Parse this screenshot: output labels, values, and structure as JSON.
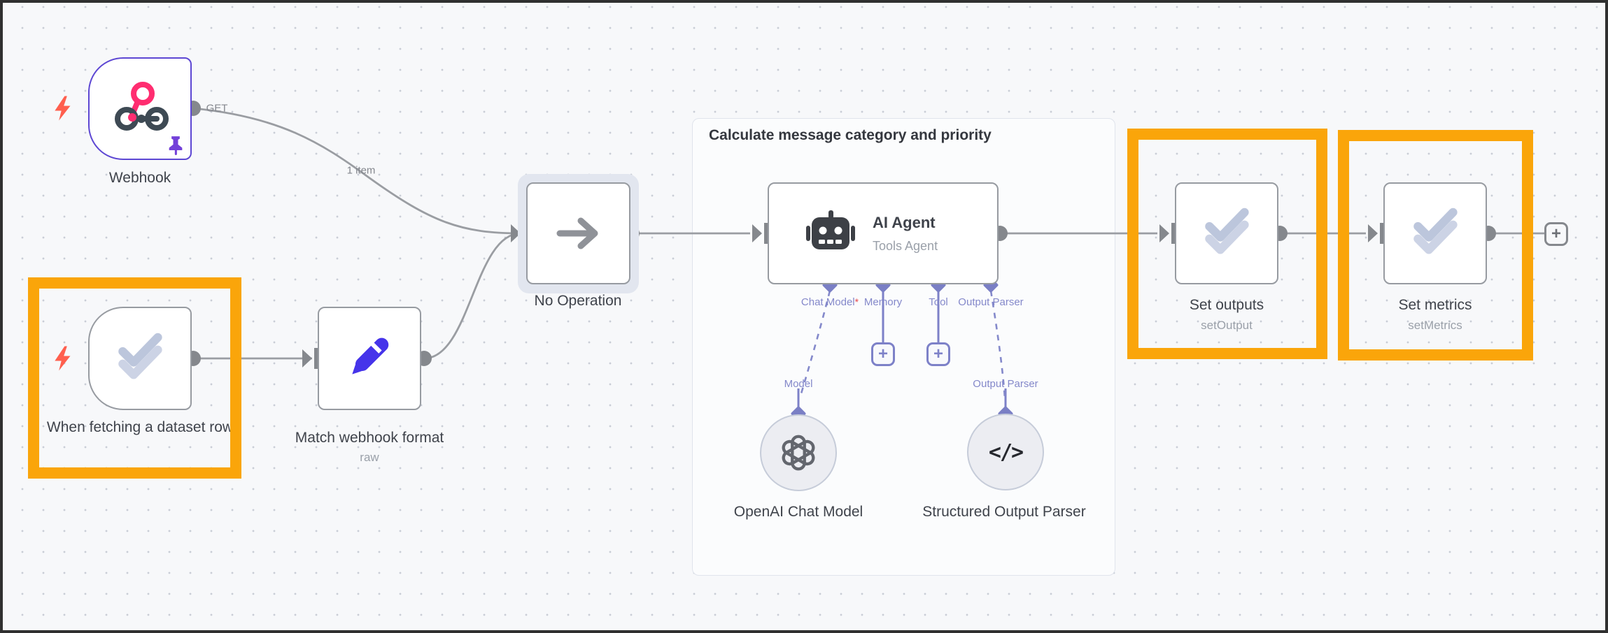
{
  "workflow": {
    "group": {
      "title": "Calculate message category and priority"
    },
    "edges": {
      "webhook_method": "GET",
      "items_count": "1 item"
    },
    "nodes": {
      "webhook": {
        "name": "Webhook"
      },
      "dataset_trigger": {
        "name": "When fetching a dataset row"
      },
      "match_format": {
        "name": "Match webhook format",
        "subtitle": "raw"
      },
      "noop": {
        "name": "No Operation"
      },
      "ai_agent": {
        "name": "AI Agent",
        "subtitle": "Tools Agent",
        "required_marker": "*",
        "ports": {
          "chat_model": "Chat Model",
          "memory": "Memory",
          "tool": "Tool",
          "output_parser": "Output Parser"
        }
      },
      "openai_model": {
        "name": "OpenAI Chat Model",
        "port": "Model"
      },
      "structured_parser": {
        "name": "Structured Output Parser",
        "port": "Output Parser",
        "icon_glyph": "</>"
      },
      "set_outputs": {
        "name": "Set outputs",
        "subtitle": "setOutput"
      },
      "set_metrics": {
        "name": "Set metrics",
        "subtitle": "setMetrics"
      }
    },
    "buttons": {
      "add_label": "+"
    },
    "colors": {
      "highlight": "#FAA50A",
      "connector": "#9a9da2",
      "ai_port": "#7a7fc5",
      "pinned_border": "#5D47D3"
    }
  }
}
